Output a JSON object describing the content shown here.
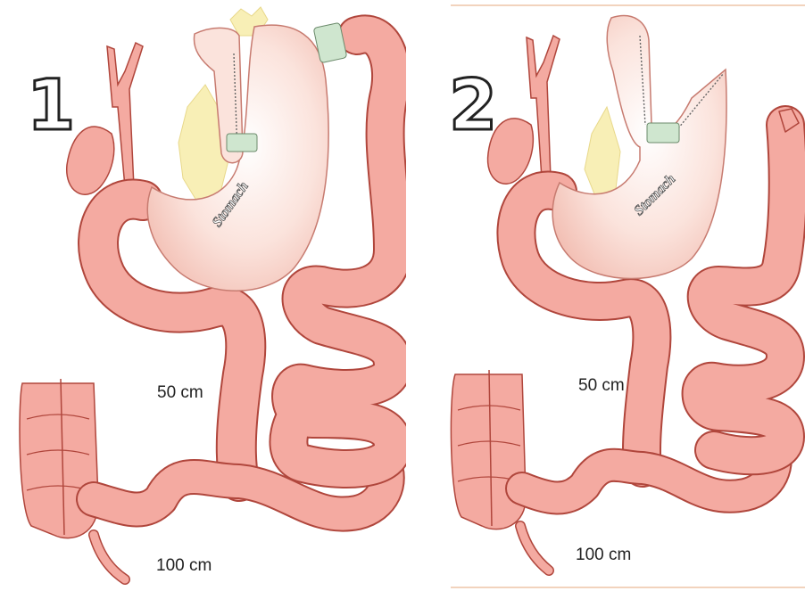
{
  "panels": [
    {
      "number": "1",
      "organ_label": "Stomach",
      "length_labels": [
        "50 cm",
        "100 cm"
      ]
    },
    {
      "number": "2",
      "organ_label": "Stomach",
      "length_labels": [
        "50 cm",
        "100 cm"
      ]
    }
  ],
  "colors": {
    "intestine_fill": "#f4aaa1",
    "intestine_outline": "#b0463c",
    "stomach_fill": "#fbe8e2",
    "fat": "#f8efb6",
    "band": "#cfe6cf",
    "frame": "#f2d3bd"
  }
}
